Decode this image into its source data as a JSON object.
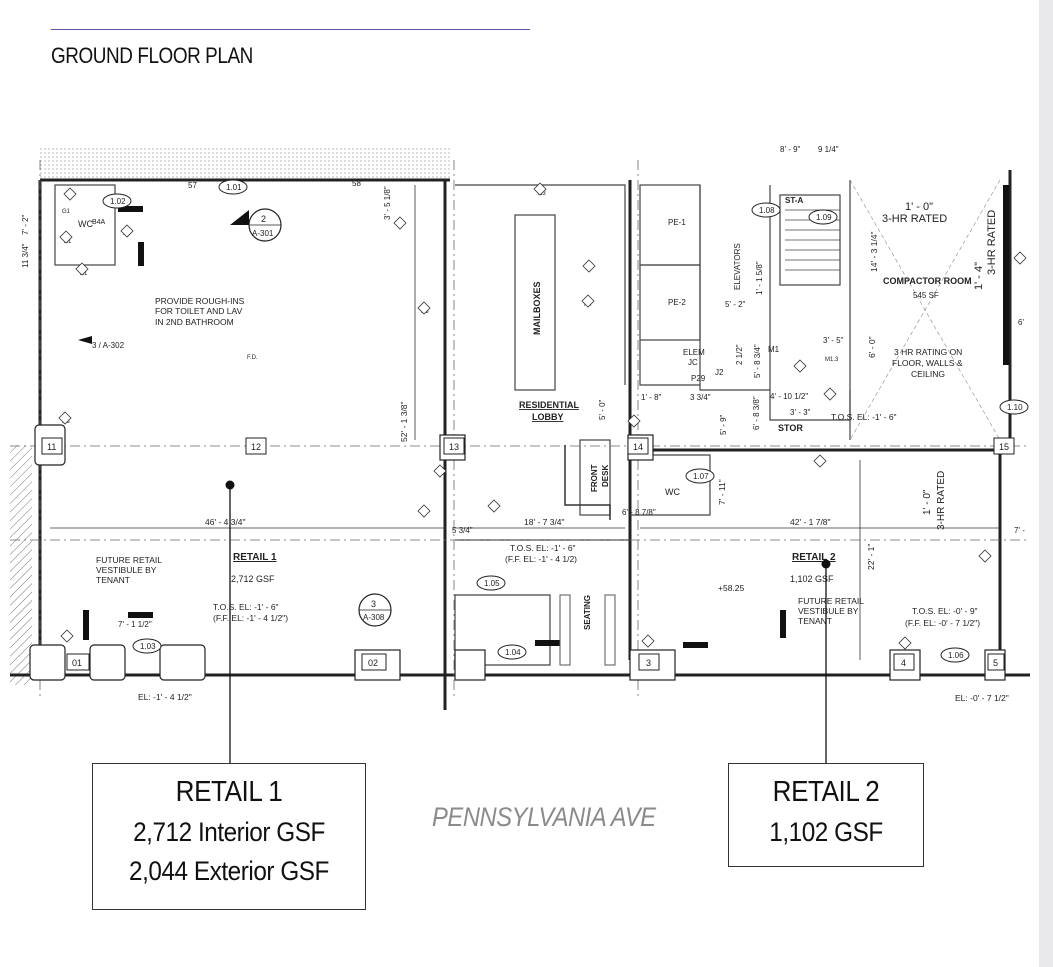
{
  "page_title": "GROUND FLOOR PLAN",
  "street_label": "PENNSYLVANIA AVE",
  "callouts": {
    "retail1": {
      "title": "RETAIL 1",
      "lines": [
        "2,712 Interior GSF",
        "2,044 Exterior GSF"
      ]
    },
    "retail2": {
      "title": "RETAIL 2",
      "lines": [
        "1,102 GSF"
      ]
    }
  },
  "plan": {
    "rooms": {
      "retail1": "RETAIL 1",
      "retail1_area": "2,712 GSF",
      "retail2": "RETAIL 2",
      "retail2_area": "1,102 GSF",
      "lobby_1": "RESIDENTIAL",
      "lobby_2": "LOBBY",
      "mailboxes": "MAILBOXES",
      "front_desk_1": "FRONT",
      "front_desk_2": "DESK",
      "seating": "SEATING",
      "elevators": "ELEVATORS",
      "compactor": "COMPACTOR ROOM",
      "compactor_area": "545 SF",
      "stor": "STOR",
      "wc1": "WC",
      "wc2": "WC",
      "stair": "ST-A",
      "pe1": "PE-1",
      "pe2": "PE-2",
      "elem": "ELEM"
    },
    "notes": {
      "rough_in_1": "PROVIDE ROUGH-INS",
      "rough_in_2": "FOR TOILET AND LAV",
      "rough_in_3": "IN 2ND BATHROOM",
      "vest1_1": "FUTURE RETAIL",
      "vest1_2": "VESTIBULE BY",
      "vest1_3": "TENANT",
      "vest2_1": "FUTURE RETAIL",
      "vest2_2": "VESTIBULE BY",
      "vest2_3": "TENANT",
      "rating_1": "3 HR RATING ON",
      "rating_2": "FLOOR, WALLS &",
      "rating_3": "CEILING",
      "hr_top_1": "1' - 0\"",
      "hr_top_2": "3-HR RATED",
      "hr_side_1": "1' - 4\"",
      "hr_side_2": "3-HR RATED",
      "hr_mid_1": "1' - 0\"",
      "hr_mid_2": "3-HR RATED",
      "tos1_1": "T.O.S. EL: -1' - 6\"",
      "tos1_2": "(F.F. EL: -1' - 4 1/2\")",
      "tos2_1": "T.O.S. EL: -1' - 6\"",
      "tos2_2": "(F.F. EL: -1' - 4 1/2)",
      "tos3_1": "T.O.S. EL: -0' - 9\"",
      "tos3_2": "(F.F. EL: -0' - 7 1/2\")",
      "tos4": "T.O.S. EL: -1' - 6\"",
      "spot_elev": "+58.25",
      "el_bottom_left": "EL: -1' - 4 1/2\"",
      "el_bottom_right": "EL: -0' - 7 1/2\"",
      "fd": "F.D."
    },
    "dims": {
      "d_46": "46' - 4 3/4\"",
      "d_18": "18' - 7 3/4\"",
      "d_42": "42' - 1 7/8\"",
      "d_52": "52' - 1 3/8\"",
      "d_7_1half": "7' - 1 1/2\"",
      "d_22": "22' - 1\"",
      "d_7_11": "7' - 11\"",
      "d_14": "14' - 3 1/4\"",
      "d_6_0": "6' - 0\"",
      "d_5_2": "5' - 2\"",
      "d_4_10": "4' - 10 1/2\"",
      "d_3_3": "3' - 3\"",
      "d_3_5": "3' - 5\"",
      "d_3_5_1_8": "3' - 5 1/8\"",
      "d_5_0": "5' - 0\"",
      "d_1_1_5_8": "1' - 1 5/8\"",
      "d_5_9": "5' - 9\"",
      "d_5_8_3_4": "5' - 8 3/4\"",
      "d_6_8_3_8": "6' - 8 3/8\"",
      "d_7_2": "7' - 2\"",
      "d_11_3_4": "11 3/4\"",
      "d_top_1": "8' - 9\"",
      "d_top_2": "9 1/4\"",
      "d_8_7_8": "6' - 8 7/8\"",
      "d_5_3_4": "5 3/4\"",
      "d_1_8": "1' - 8\"",
      "d_3_3_4": "3 3/4\"",
      "d_2_1_2": "2 1/2\"",
      "d_7_side": "7' -",
      "d_6_side": "6'"
    },
    "doors": [
      "1.01",
      "1.02",
      "1.03",
      "1.04",
      "1.05",
      "1.06",
      "1.07",
      "1.08",
      "1.09",
      "1.10"
    ],
    "grids": [
      "12",
      "13",
      "14",
      "11",
      "15",
      "01",
      "02",
      "3",
      "4",
      "5"
    ],
    "section_tags": {
      "s1_num": "2",
      "s1_ref": "A-301",
      "s2_num": "3",
      "s2_ref": "A-308",
      "s3_text": "3 / A-302"
    },
    "equipment": [
      "B4A",
      "A1",
      "A1",
      "A1",
      "G1",
      "J2",
      "JC",
      "P29",
      "M1",
      "M1.3",
      "D3",
      "A4",
      "N3",
      "N3",
      "57",
      "58"
    ]
  }
}
